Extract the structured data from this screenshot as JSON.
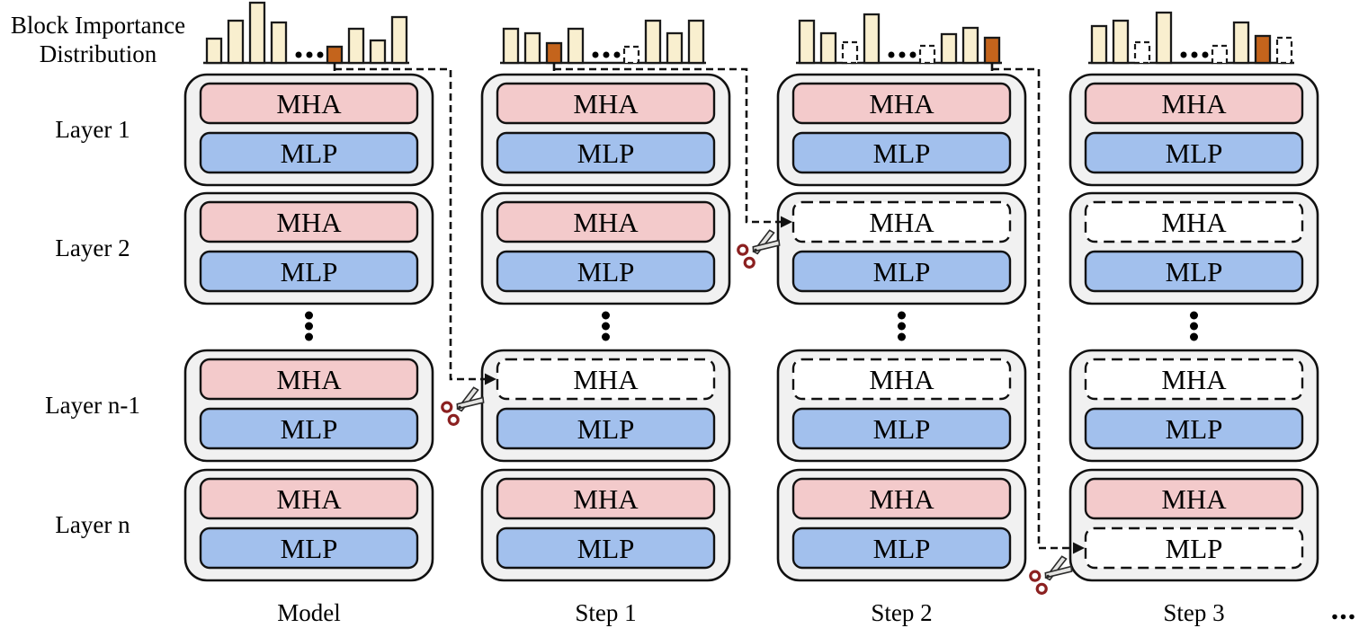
{
  "title": {
    "line1": "Block Importance",
    "line2": "Distribution"
  },
  "row_labels": [
    "Layer 1",
    "Layer 2",
    "Layer n-1",
    "Layer n"
  ],
  "trailing_ellipsis": "...",
  "block_labels": {
    "mha": "MHA",
    "mlp": "MLP"
  },
  "colors": {
    "bar_normal": "#F9EFCF",
    "bar_highlight": "#C4641C",
    "bar_border": "#1a1a1a",
    "mha_fill": "#F3CACB",
    "mlp_fill": "#A2C0ED",
    "block_border": "#111111",
    "layer_fill": "#F1F1F1",
    "layer_border": "#111111",
    "pruned_fill": "#FFFFFF",
    "connector": "#111111",
    "scissors_blade": "#E4E4E2",
    "scissors_handle": "#8B2020",
    "text": "#000000"
  },
  "columns": [
    {
      "label": "Model",
      "chart": {
        "bars": [
          {
            "h": 27,
            "state": "normal"
          },
          {
            "h": 47,
            "state": "normal"
          },
          {
            "h": 67,
            "state": "normal"
          },
          {
            "h": 45,
            "state": "normal"
          },
          {
            "h": 18,
            "state": "highlight"
          },
          {
            "h": 38,
            "state": "normal"
          },
          {
            "h": 25,
            "state": "normal"
          },
          {
            "h": 51,
            "state": "normal"
          }
        ]
      },
      "layers": [
        {
          "mha": "normal",
          "mlp": "normal"
        },
        {
          "mha": "normal",
          "mlp": "normal"
        },
        {
          "mha": "normal",
          "mlp": "normal"
        },
        {
          "mha": "normal",
          "mlp": "normal"
        }
      ]
    },
    {
      "label": "Step 1",
      "chart": {
        "bars": [
          {
            "h": 38,
            "state": "normal"
          },
          {
            "h": 33,
            "state": "normal"
          },
          {
            "h": 22,
            "state": "highlight"
          },
          {
            "h": 38,
            "state": "normal"
          },
          {
            "h": 18,
            "state": "pruned"
          },
          {
            "h": 47,
            "state": "normal"
          },
          {
            "h": 33,
            "state": "normal"
          },
          {
            "h": 47,
            "state": "normal"
          }
        ]
      },
      "layers": [
        {
          "mha": "normal",
          "mlp": "normal"
        },
        {
          "mha": "normal",
          "mlp": "normal"
        },
        {
          "mha": "pruned",
          "mlp": "normal"
        },
        {
          "mha": "normal",
          "mlp": "normal"
        }
      ]
    },
    {
      "label": "Step 2",
      "chart": {
        "bars": [
          {
            "h": 47,
            "state": "normal"
          },
          {
            "h": 33,
            "state": "normal"
          },
          {
            "h": 23,
            "state": "pruned"
          },
          {
            "h": 54,
            "state": "normal"
          },
          {
            "h": 19,
            "state": "pruned"
          },
          {
            "h": 32,
            "state": "normal"
          },
          {
            "h": 39,
            "state": "normal"
          },
          {
            "h": 28,
            "state": "highlight"
          }
        ]
      },
      "layers": [
        {
          "mha": "normal",
          "mlp": "normal"
        },
        {
          "mha": "pruned",
          "mlp": "normal"
        },
        {
          "mha": "pruned",
          "mlp": "normal"
        },
        {
          "mha": "normal",
          "mlp": "normal"
        }
      ]
    },
    {
      "label": "Step 3",
      "chart": {
        "bars": [
          {
            "h": 41,
            "state": "normal"
          },
          {
            "h": 47,
            "state": "normal"
          },
          {
            "h": 23,
            "state": "pruned"
          },
          {
            "h": 56,
            "state": "normal"
          },
          {
            "h": 19,
            "state": "pruned"
          },
          {
            "h": 45,
            "state": "normal"
          },
          {
            "h": 30,
            "state": "highlight"
          },
          {
            "h": 28,
            "state": "pruned"
          }
        ]
      },
      "layers": [
        {
          "mha": "normal",
          "mlp": "normal"
        },
        {
          "mha": "pruned",
          "mlp": "normal"
        },
        {
          "mha": "pruned",
          "mlp": "normal"
        },
        {
          "mha": "normal",
          "mlp": "pruned"
        }
      ]
    }
  ],
  "connectors": [
    {
      "from_col": 0,
      "from_bar": 4,
      "to_col": 1,
      "to_layer": 2,
      "to_block": "mha",
      "icon": "scissors-icon"
    },
    {
      "from_col": 1,
      "from_bar": 2,
      "to_col": 2,
      "to_layer": 1,
      "to_block": "mha",
      "icon": "scissors-icon"
    },
    {
      "from_col": 2,
      "from_bar": 7,
      "to_col": 3,
      "to_layer": 3,
      "to_block": "mlp",
      "icon": "scissors-icon"
    }
  ]
}
